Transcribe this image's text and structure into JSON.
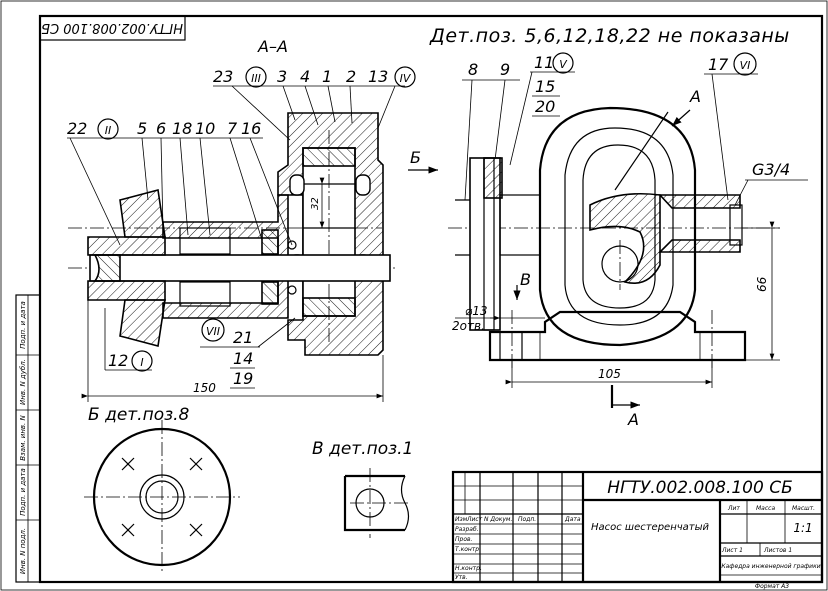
{
  "doc_code_rotated": "НГТУ.002.008.100 СБ",
  "note": "Дет.поз.  5,6,12,18,22  не  показаны",
  "section_title": "А–А",
  "view_b_title": "Б   дет.поз.8",
  "view_v_title": "В   дет.поз.1",
  "leaders": {
    "l23": "23",
    "r3": "III",
    "l3": "3",
    "l4": "4",
    "l1": "1",
    "l2": "2",
    "l13": "13",
    "r4": "IV",
    "l22": "22",
    "r2": "II",
    "l5": "5",
    "l6": "6",
    "l18": "18",
    "l10": "10",
    "l7": "7",
    "l16": "16",
    "l12": "12",
    "r1": "I",
    "r7": "VII",
    "l21": "21",
    "l14": "14",
    "l19": "19",
    "l8": "8",
    "l9": "9",
    "l11": "11",
    "r5": "V",
    "l15": "15",
    "l20": "20",
    "l17": "17",
    "r6": "VI",
    "thread": "G3/4"
  },
  "dimensions": {
    "d150": "150",
    "d32": "32",
    "d66": "66",
    "d105": "105",
    "hole_dia": "⌀13",
    "hole_count": "2отв."
  },
  "view_marks": {
    "a_top": "А",
    "a_bottom": "А",
    "b": "Б",
    "v": "В"
  },
  "title_block": {
    "code": "НГТУ.002.008.100  СБ",
    "name": "Насос  шестеренчатый",
    "headers": {
      "izm": "Изм",
      "list": "Лист",
      "ndok": "N Докум.",
      "podp": "Подп.",
      "data": "Дата"
    },
    "rows": {
      "razrab": "Разраб.",
      "prov": "Пров.",
      "tkontr": "Т.контр.",
      "nkontr": "Н.контр.",
      "utv": "Утв."
    },
    "lit": "Лит",
    "massa": "Масса",
    "masshtab": "Масшт.",
    "scale": "1:1",
    "sheet": "Лист 1",
    "sheets": "Листов 1",
    "dept": "Кафедра  инженерной  графики",
    "format": "Формат  А3"
  },
  "side_stamp": [
    "Подп. и дата",
    "Инв. N дубл.",
    "Взам. инв. N",
    "Подп. и дата",
    "Инв. N подл."
  ]
}
